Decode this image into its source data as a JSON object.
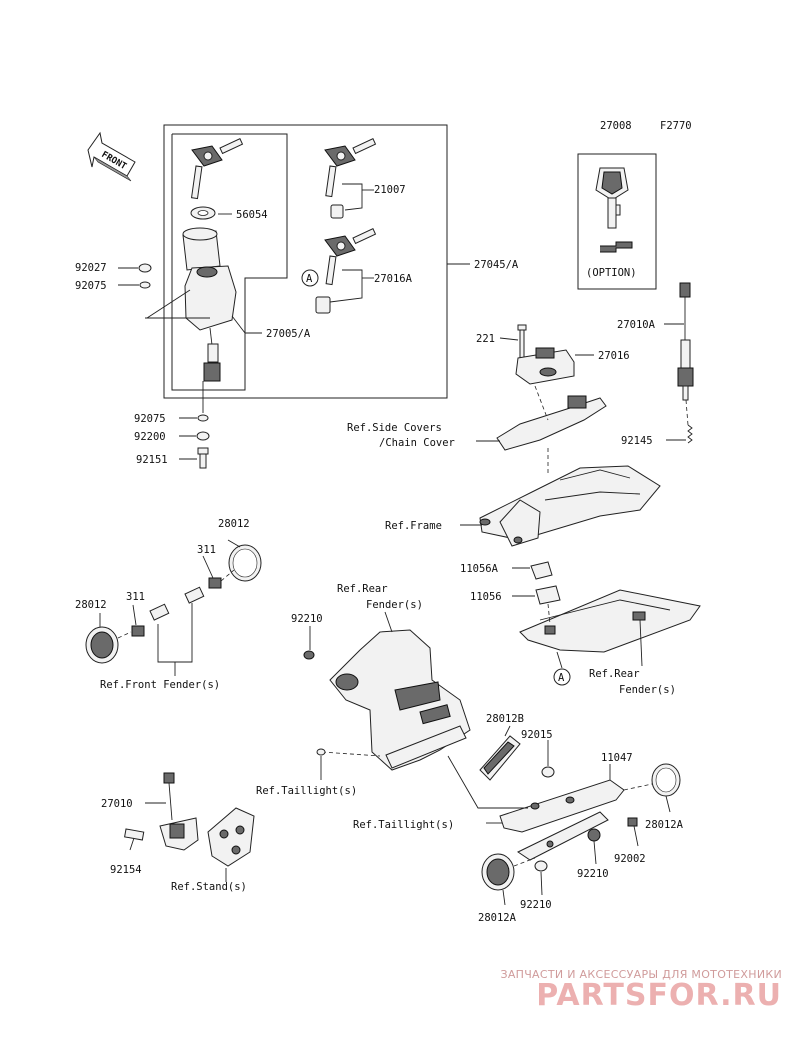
{
  "figure_code": "F2770",
  "front_arrow_label": "FRONT",
  "labels": {
    "p27008": "27008",
    "option": "(OPTION)",
    "p21007": "21007",
    "p56054": "56054",
    "p27045A": "27045/A",
    "p92027": "92027",
    "p92075a": "92075",
    "p27016A": "27016A",
    "p27005A": "27005/A",
    "p92075b": "92075",
    "p92200": "92200",
    "p92151": "92151",
    "circleA1": "A",
    "circleA2": "A",
    "p221": "221",
    "p27016": "27016",
    "p27010A": "27010A",
    "p92145": "92145",
    "p11056A": "11056A",
    "p11056": "11056",
    "p28012a": "28012",
    "p311a": "311",
    "p311b": "311",
    "p28012b": "28012",
    "p92210a": "92210",
    "p28012B": "28012B",
    "p92015": "92015",
    "p11047": "11047",
    "p28012Aa": "28012A",
    "p92002": "92002",
    "p92210b": "92210",
    "p92210c": "92210",
    "p28012Ab": "28012A",
    "p27010": "27010",
    "p92154": "92154"
  },
  "refs": {
    "side_covers_1": "Ref.Side Covers",
    "side_covers_2": "/Chain Cover",
    "frame": "Ref.Frame",
    "rear_fender_top_1": "Ref.Rear",
    "rear_fender_top_2": "Fender(s)",
    "rear_fender_right_1": "Ref.Rear",
    "rear_fender_right_2": "Fender(s)",
    "front_fender": "Ref.Front Fender(s)",
    "taillight_1": "Ref.Taillight(s)",
    "taillight_2": "Ref.Taillight(s)",
    "stand": "Ref.Stand(s)"
  },
  "watermark": {
    "tagline": "ЗАПЧАСТИ И АКСЕССУАРЫ ДЛЯ МОТОТЕХНИКИ",
    "brand": "PARTSFOR.RU"
  }
}
